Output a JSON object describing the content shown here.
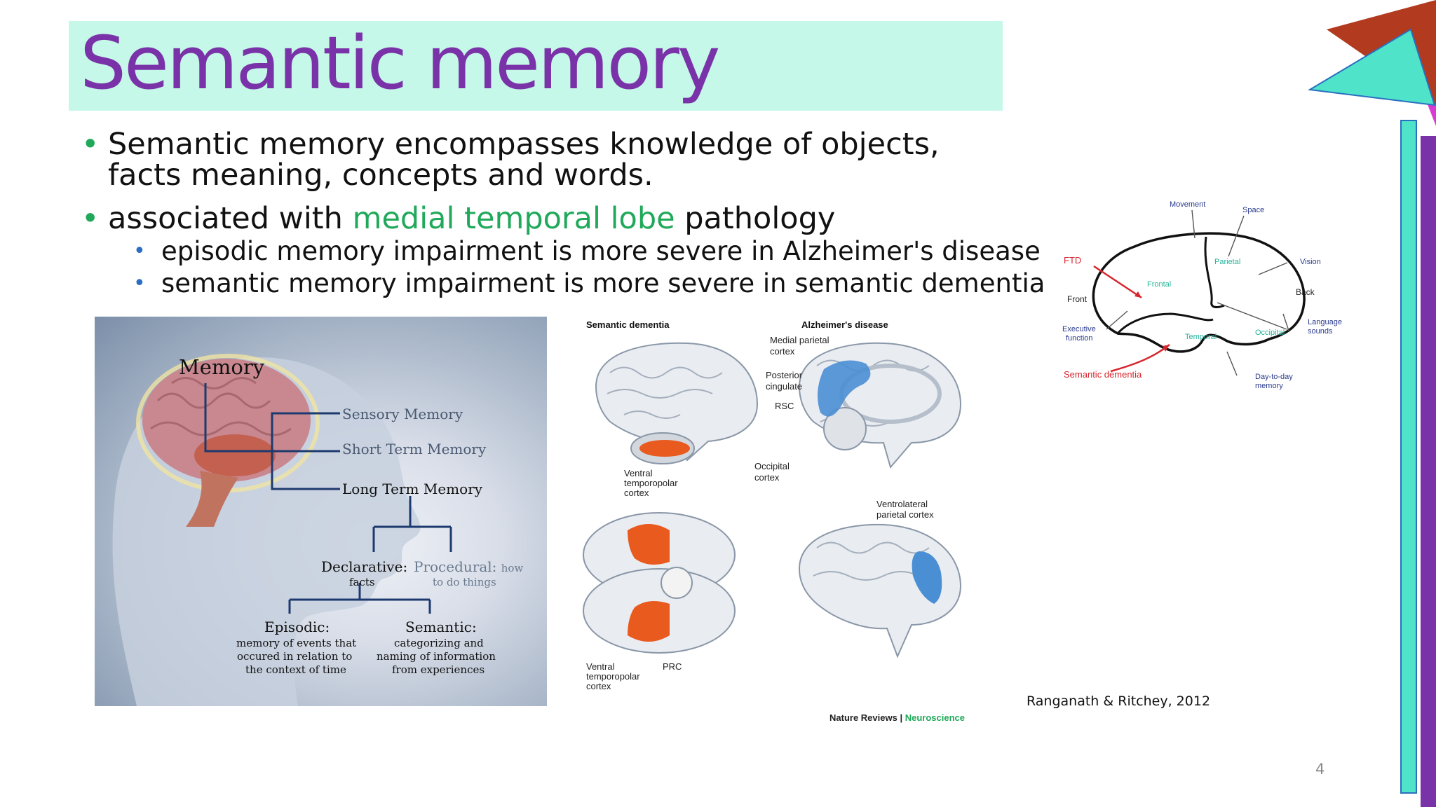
{
  "slide": {
    "title": "Semantic memory",
    "page_number": "4",
    "citation": "Ranganath & Ritchey, 2012"
  },
  "bullets": {
    "b1_text": "Semantic memory encompasses knowledge of objects, facts meaning, concepts and words.",
    "b2_pre": "associated with ",
    "b2_highlight": "medial temporal lobe",
    "b2_post": " pathology",
    "sub1": "episodic memory impairment is more severe in Alzheimer's disease",
    "sub2": "semantic memory impairment is more severe in semantic dementia"
  },
  "memory_figure": {
    "root": "Memory",
    "sensory": "Sensory Memory",
    "short_term": "Short Term Memory",
    "long_term": "Long Term Memory",
    "declarative": "Declarative:",
    "declarative_sub": "facts",
    "procedural": "Procedural:",
    "procedural_how": "how",
    "procedural_sub": "to do things",
    "episodic": "Episodic:",
    "episodic_l1": "memory of events that",
    "episodic_l2": "occured in relation to",
    "episodic_l3": "the context of time",
    "semantic": "Semantic:",
    "semantic_l1": "categorizing and",
    "semantic_l2": "naming of information",
    "semantic_l3": "from experiences"
  },
  "brain_figure": {
    "col1": "Semantic dementia",
    "col2": "Alzheimer's disease",
    "medial_parietal_1": "Medial parietal",
    "medial_parietal_2": "cortex",
    "posterior_cingulate_1": "Posterior",
    "posterior_cingulate_2": "cingulate",
    "rsc": "RSC",
    "occipital_1": "Occipital",
    "occipital_2": "cortex",
    "ventral_1": "Ventral",
    "ventral_2": "temporopolar",
    "ventral_3": "cortex",
    "ventrolateral_1": "Ventrolateral",
    "ventrolateral_2": "parietal cortex",
    "prc": "PRC",
    "ventral_b1": "Ventral",
    "ventral_b2": "temporopolar",
    "ventral_b3": "cortex",
    "journal": "Nature Reviews",
    "journal_sep": " | ",
    "journal_section": "Neuroscience"
  },
  "lobe_diagram": {
    "movement": "Movement",
    "space": "Space",
    "ftd": "FTD",
    "vision": "Vision",
    "front": "Front",
    "frontal": "Frontal",
    "parietal": "Parietal",
    "back": "Back",
    "executive_1": "Executive",
    "executive_2": "function",
    "temporal": "Temporal",
    "occipital": "Occipital",
    "language_1": "Language",
    "language_2": "sounds",
    "semantic_dementia": "Semantic dementia",
    "daytoday_1": "Day-to-day",
    "daytoday_2": "memory"
  },
  "colors": {
    "title": "#7a32a8",
    "title_band": "#c5f8e8",
    "accent_green": "#20a95a",
    "sub_bullet": "#2a6fc0",
    "deco_teal": "#4fe3c9",
    "deco_purple": "#7a32a8",
    "deco_red": "#b23a1e",
    "deco_magenta": "#d93ad1"
  }
}
